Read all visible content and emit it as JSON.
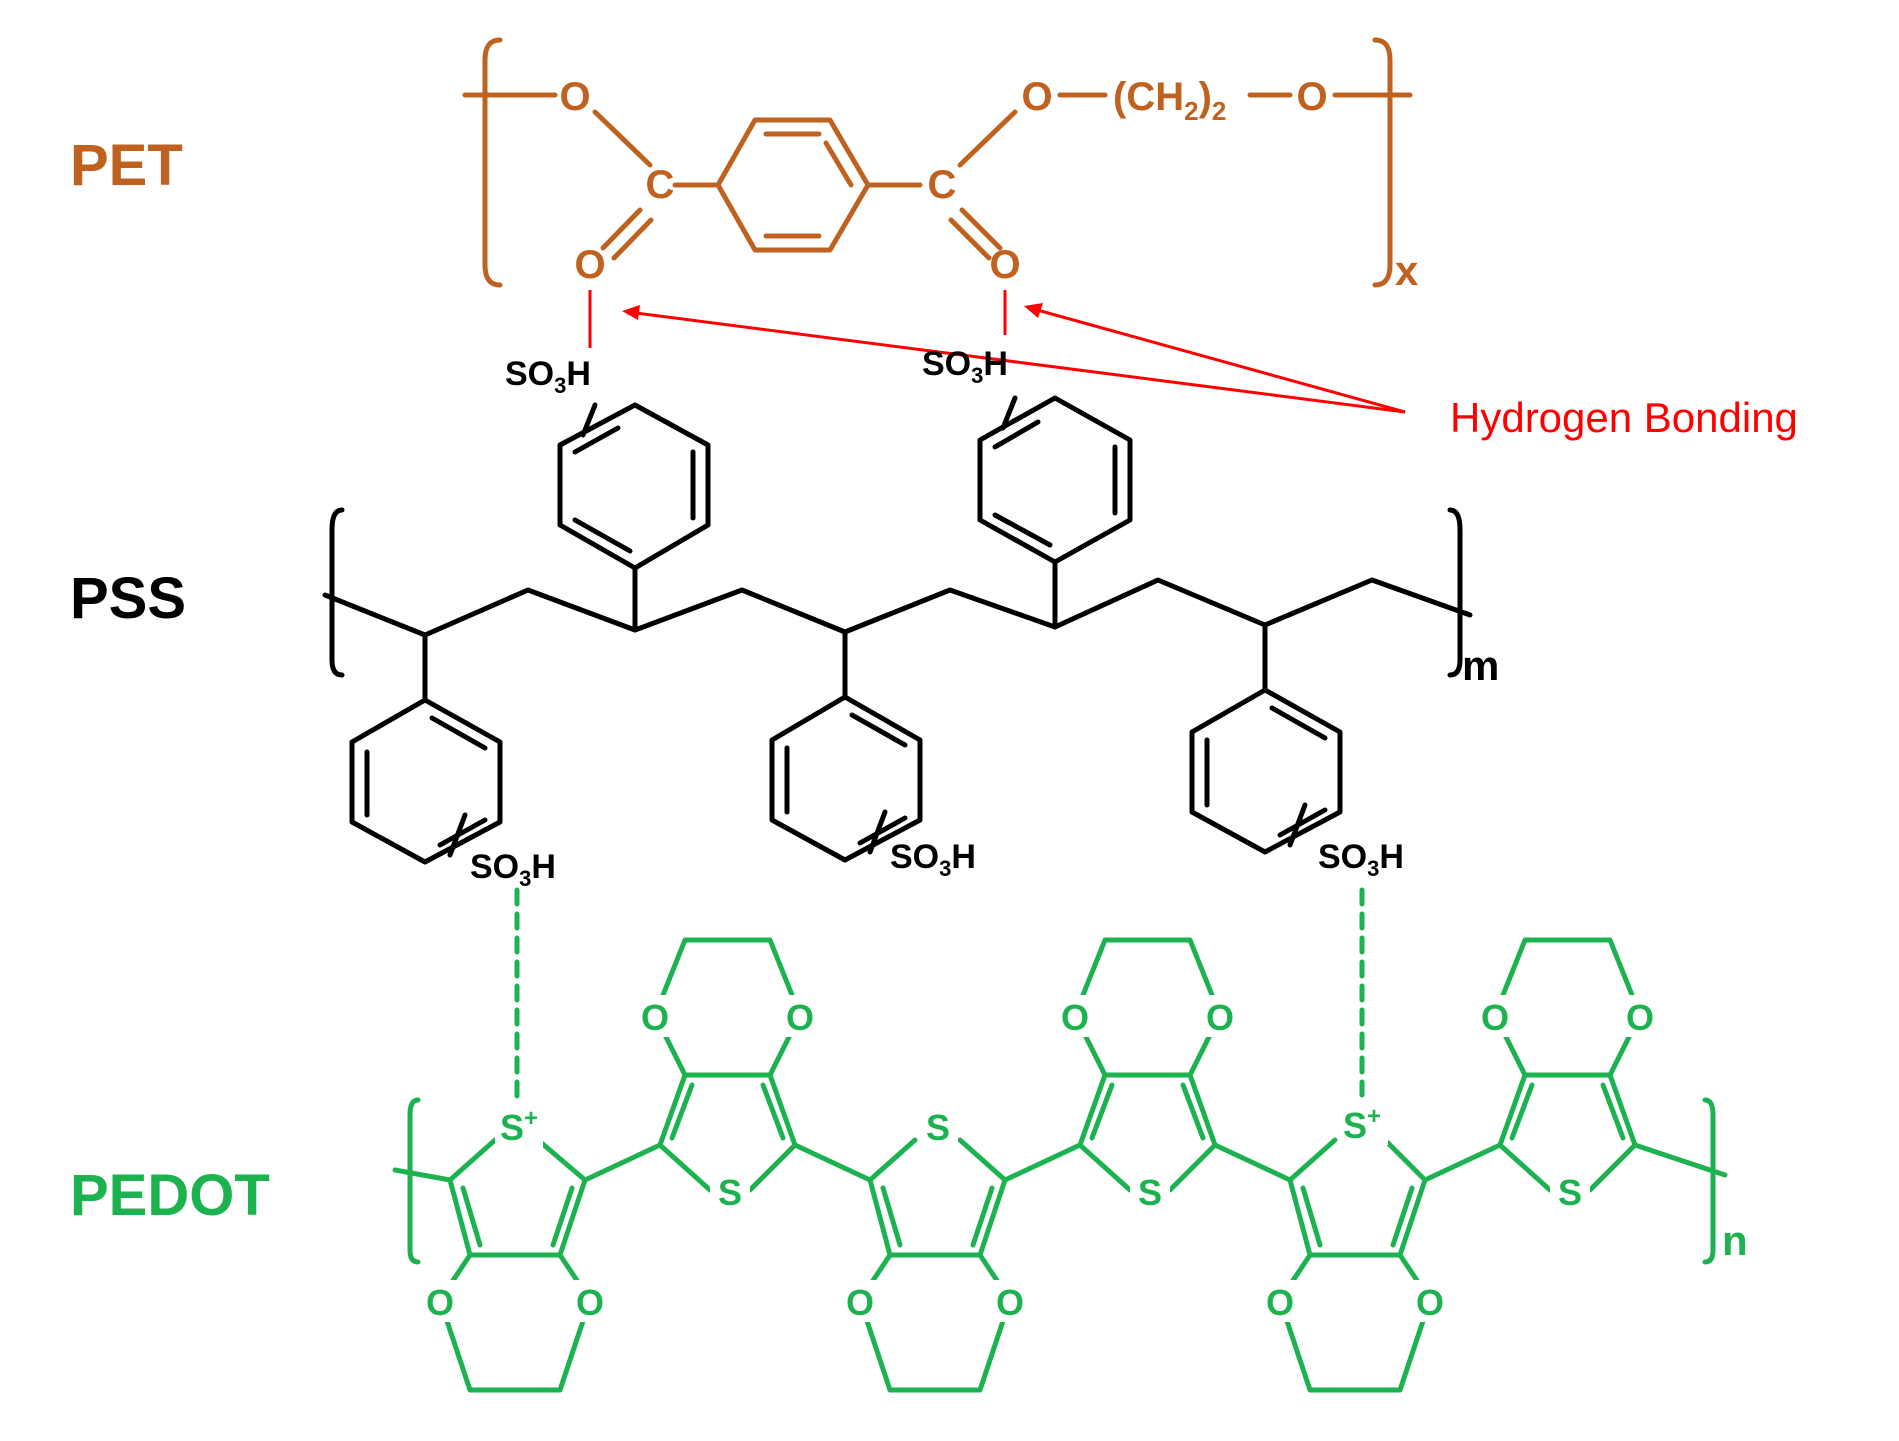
{
  "labels": {
    "pet": "PET",
    "pss": "PSS",
    "pedot": "PEDOT",
    "hydrogen_bonding": "Hydrogen Bonding"
  },
  "pet": {
    "oxygen": "O",
    "carbon": "C",
    "ch2_group": "(CH",
    "ch2_sub": "2",
    "ch2_close": ")",
    "ch2_mult": "2",
    "subscript": "x"
  },
  "pss": {
    "so3h_main": "SO",
    "so3h_sub": "3",
    "so3h_h": "H",
    "subscript": "m"
  },
  "pedot": {
    "oxygen": "O",
    "sulfur": "S",
    "sulfur_cation": "S",
    "plus": "+",
    "subscript": "n"
  },
  "colors": {
    "pet": "#c0621f",
    "pss": "#000000",
    "pedot": "#1db250",
    "hydrogen_bonding": "#ff0000"
  }
}
